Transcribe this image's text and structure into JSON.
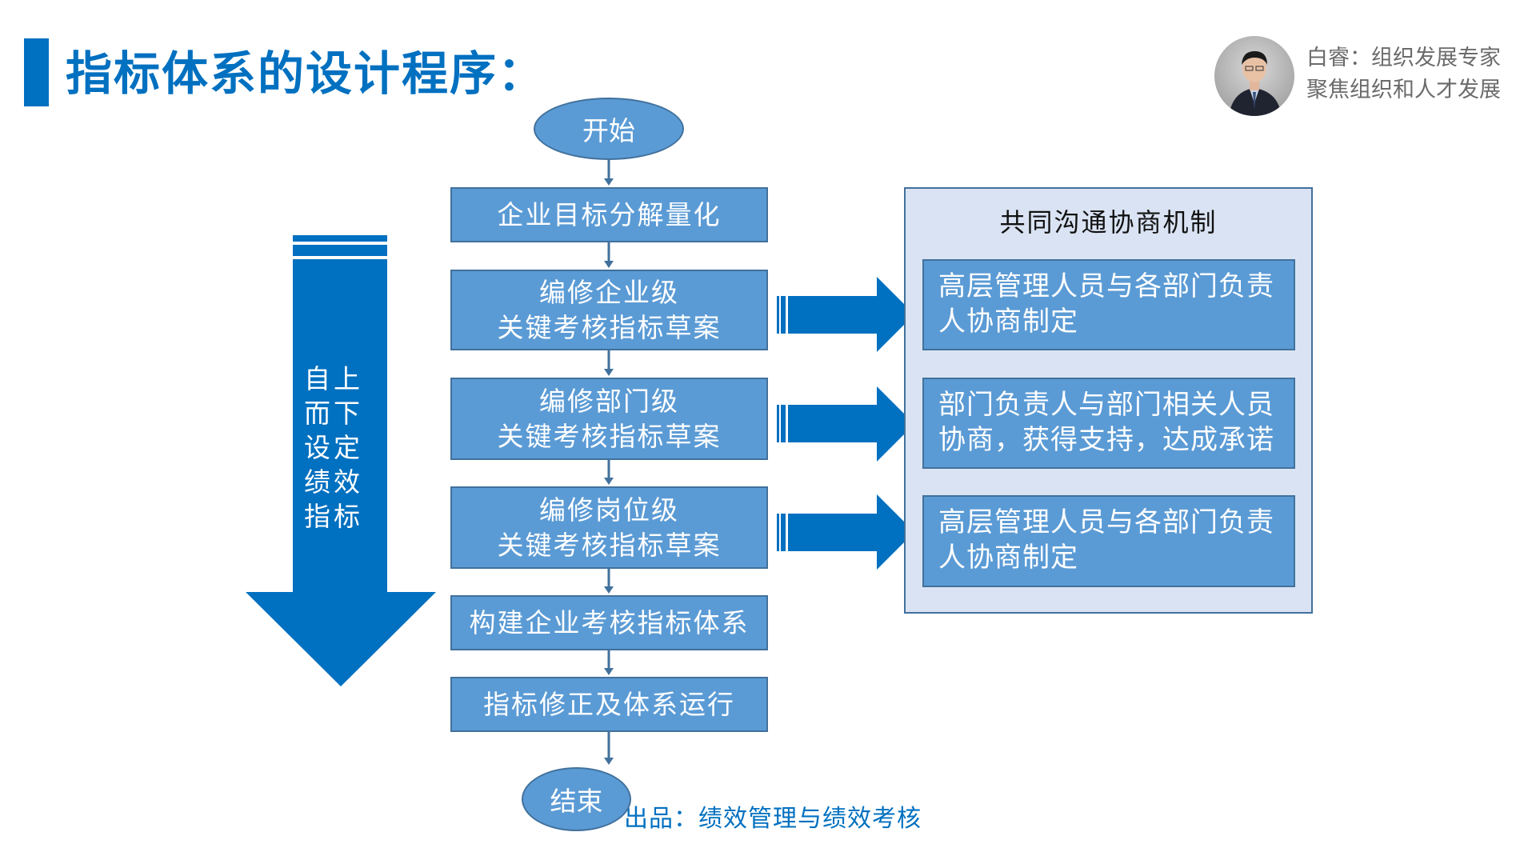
{
  "slide": {
    "title": "指标体系的设计程序：",
    "colors": {
      "accent": "#0070c0",
      "box_fill": "#5b9bd5",
      "box_border": "#41719c",
      "panel_fill": "#dae3f3",
      "author_text": "#6b6b6b"
    }
  },
  "author": {
    "avatar_icon": "person-photo",
    "line1": "白睿：组织发展专家",
    "line2": "聚焦组织和人才发展"
  },
  "side_arrow": {
    "lines": [
      "自上",
      "而下",
      "设定",
      "绩效",
      "指标"
    ]
  },
  "flow": {
    "start": "开始",
    "steps": [
      {
        "lines": [
          "企业目标分解量化"
        ]
      },
      {
        "lines": [
          "编修企业级",
          "关键考核指标草案"
        ]
      },
      {
        "lines": [
          "编修部门级",
          "关键考核指标草案"
        ]
      },
      {
        "lines": [
          "编修岗位级",
          "关键考核指标草案"
        ]
      },
      {
        "lines": [
          "构建企业考核指标体系"
        ]
      },
      {
        "lines": [
          "指标修正及体系运行"
        ]
      }
    ],
    "end": "结束"
  },
  "panel": {
    "title": "共同沟通协商机制",
    "items": [
      {
        "lines": [
          "高层管理人员与各部门负责",
          "人协商制定"
        ]
      },
      {
        "lines": [
          "部门负责人与部门相关人员",
          "协商，获得支持，达成承诺"
        ]
      },
      {
        "lines": [
          "高层管理人员与各部门负责",
          "人协商制定"
        ]
      }
    ]
  },
  "footer": {
    "text": "出品：绩效管理与绩效考核"
  }
}
